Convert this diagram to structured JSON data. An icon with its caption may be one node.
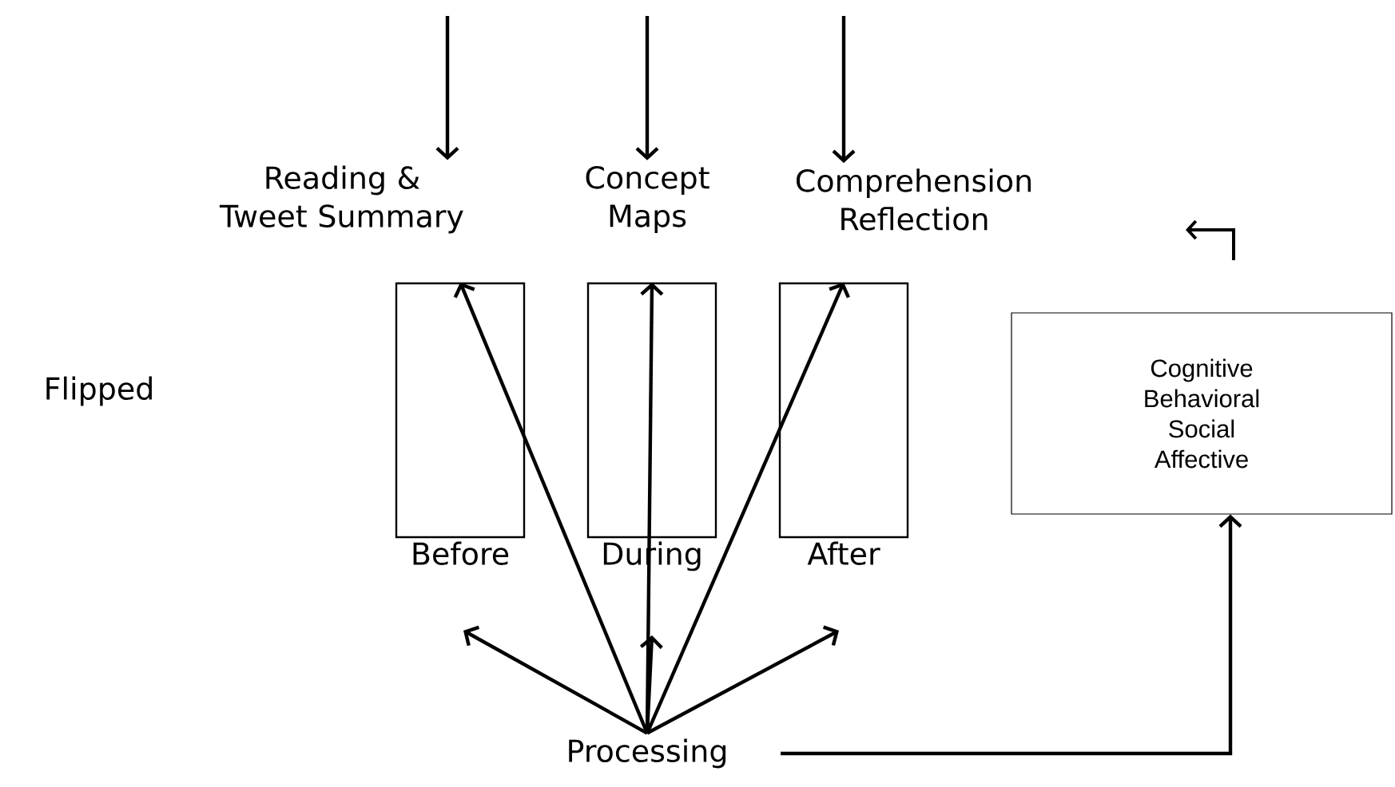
{
  "diagram": {
    "nodes": [
      {
        "text": [
          "Reading & Tweet Summary"
        ]
      },
      {
        "text": [
          "Concept Maps"
        ]
      },
      {
        "text": [
          "Comprehension Reflection"
        ]
      },
      {
        "text": [
          "Before"
        ]
      },
      {
        "text": [
          "During"
        ]
      },
      {
        "text": [
          "After"
        ]
      },
      {
        "text": [
          "Processing"
        ]
      },
      {
        "text": [
          "Cognitive Behavioral Social Affective"
        ]
      }
    ],
    "edges": [
      {
        "from": null,
        "to": 0,
        "arrow": "to"
      },
      {
        "from": null,
        "to": 1,
        "arrow": "to"
      },
      {
        "from": null,
        "to": 2,
        "arrow": "to"
      },
      {
        "from": 6,
        "to": 3,
        "arrow": "to"
      },
      {
        "from": 6,
        "to": 4,
        "arrow": "to"
      },
      {
        "from": 6,
        "to": 5,
        "arrow": "to"
      },
      {
        "from": 6,
        "to": null,
        "arrow": "to"
      },
      {
        "from": 6,
        "to": null,
        "arrow": "to"
      },
      {
        "from": 6,
        "to": null,
        "arrow": "to"
      },
      {
        "from": 6,
        "to": 7,
        "arrow": "to"
      }
    ],
    "labels": [
      "Flipped"
    ]
  }
}
